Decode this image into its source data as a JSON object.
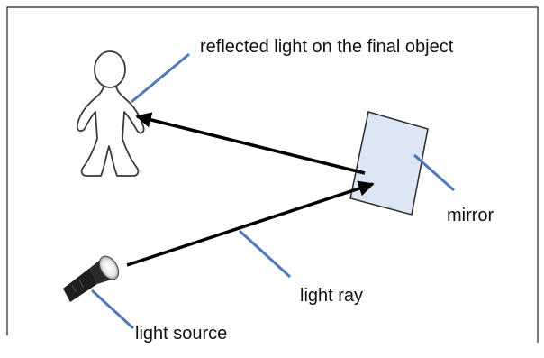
{
  "labels": {
    "reflected": "reflected light on the final object",
    "mirror": "mirror",
    "light_ray": "light ray",
    "light_source": "light source"
  },
  "colors": {
    "frame": "#222222",
    "ray": "#000000",
    "pointer": "#4d7ab8",
    "mirror_fill": "#dde6f4",
    "mirror_stroke": "#2a2a2a",
    "person_stroke": "#3a3a3a",
    "flashlight": "#1e1e1e"
  },
  "icons": {
    "person": "person-outline-icon",
    "flashlight": "flashlight-icon"
  }
}
